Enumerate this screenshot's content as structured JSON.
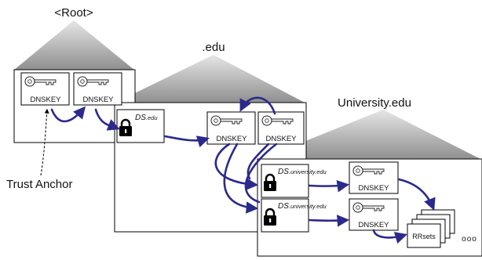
{
  "zones": {
    "root": {
      "name": "<Root>"
    },
    "edu": {
      "name": ".edu"
    },
    "university": {
      "name": "University.edu"
    }
  },
  "records": {
    "dnskey": "DNSKEY",
    "ds_edu_prefix": "DS",
    "ds_edu_suffix": ".edu",
    "ds_univ_prefix": "DS",
    "ds_univ_suffix": ".university.edu",
    "rrsets": "RRsets"
  },
  "trust_anchor": "Trust Anchor",
  "ellipsis": "ooo",
  "colors": {
    "arrow": "#2b2a8c",
    "tree_gray": "#9a9a9a",
    "box_border": "#000000",
    "lock": "#000000"
  }
}
